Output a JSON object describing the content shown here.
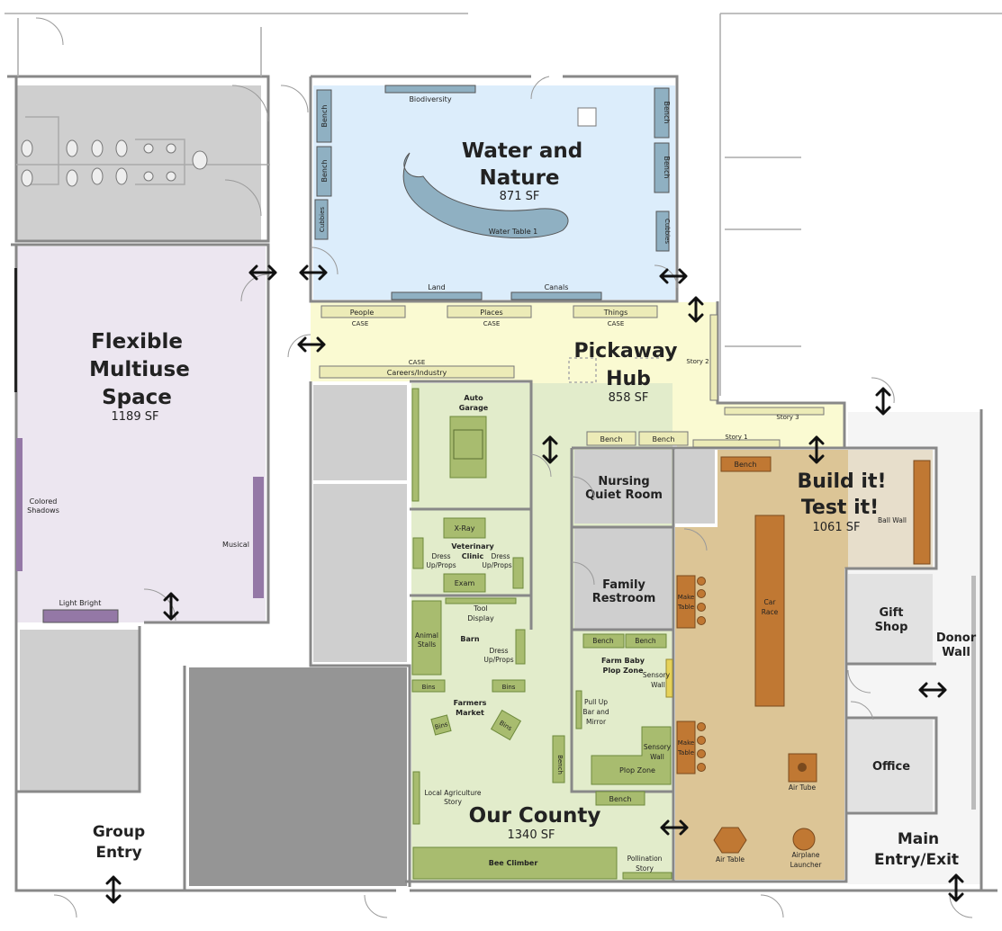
{
  "rooms": {
    "water_nature": {
      "name1": "Water and",
      "name2": "Nature",
      "area": "871 SF"
    },
    "flexible": {
      "name1": "Flexible",
      "name2": "Multiuse",
      "name3": "Space",
      "area": "1189 SF"
    },
    "pickaway": {
      "name1": "Pickaway",
      "name2": "Hub",
      "area": "858 SF"
    },
    "build": {
      "name1": "Build it!",
      "name2": "Test it!",
      "area": "1061 SF"
    },
    "county": {
      "name": "Our County",
      "area": "1340 SF"
    },
    "nursing": {
      "name1": "Nursing",
      "name2": "Quiet Room"
    },
    "family": {
      "name1": "Family",
      "name2": "Restroom"
    },
    "gift": {
      "name1": "Gift",
      "name2": "Shop"
    },
    "office": {
      "name": "Office"
    },
    "donor": {
      "name1": "Donor",
      "name2": "Wall"
    },
    "group": {
      "name1": "Group",
      "name2": "Entry"
    },
    "main": {
      "name1": "Main",
      "name2": "Entry/Exit"
    }
  },
  "fixtures": {
    "biodiversity": "Biodiversity",
    "bench": "Bench",
    "cubbies": "Cubbies",
    "water_table": "Water Table 1",
    "land": "Land",
    "canals": "Canals",
    "people": "People",
    "places": "Places",
    "things": "Things",
    "case": "CASE",
    "careers": "Careers/Industry",
    "story1": "Story 1",
    "story2": "Story 2",
    "story3": "Story 3",
    "colored_shadows1": "Colored",
    "colored_shadows2": "Shadows",
    "musical": "Musical",
    "light_bright": "Light Bright",
    "auto1": "Auto",
    "auto2": "Garage",
    "xray": "X-Ray",
    "vet1": "Veterinary",
    "vet2": "Clinic",
    "dress1": "Dress",
    "dress2": "Up/Props",
    "exam": "Exam",
    "tool1": "Tool",
    "tool2": "Display",
    "animal1": "Animal",
    "animal2": "Stalls",
    "barn": "Barn",
    "bins": "Bins",
    "farmers1": "Farmers",
    "farmers2": "Market",
    "local1": "Local Agriculture",
    "local2": "Story",
    "bee": "Bee Climber",
    "pollination1": "Pollination",
    "pollination2": "Story",
    "farmbaby1": "Farm Baby",
    "farmbaby2": "Plop Zone",
    "sensory1": "Sensory",
    "sensory2": "Wall",
    "pullup1": "Pull Up",
    "pullup2": "Bar and",
    "pullup3": "Mirror",
    "plop": "Plop Zone",
    "make1": "Make",
    "make2": "Table",
    "car1": "Car",
    "car2": "Race",
    "ballwall": "Ball Wall",
    "airtube": "Air Tube",
    "airtable": "Air Table",
    "airplane1": "Airplane",
    "airplane2": "Launcher"
  },
  "colors": {
    "water": "#dcedfb",
    "flex": "#ece6f0",
    "hub": "#fafad2",
    "build": "#dcc596",
    "county": "#e2eccb",
    "grey": "#cfcfcf",
    "dark": "#959595",
    "fixture": "#a8bc6f",
    "case": "#ecebb7",
    "purple": "#9478a6",
    "steel": "#8fb0c2",
    "orange": "#c07833"
  }
}
